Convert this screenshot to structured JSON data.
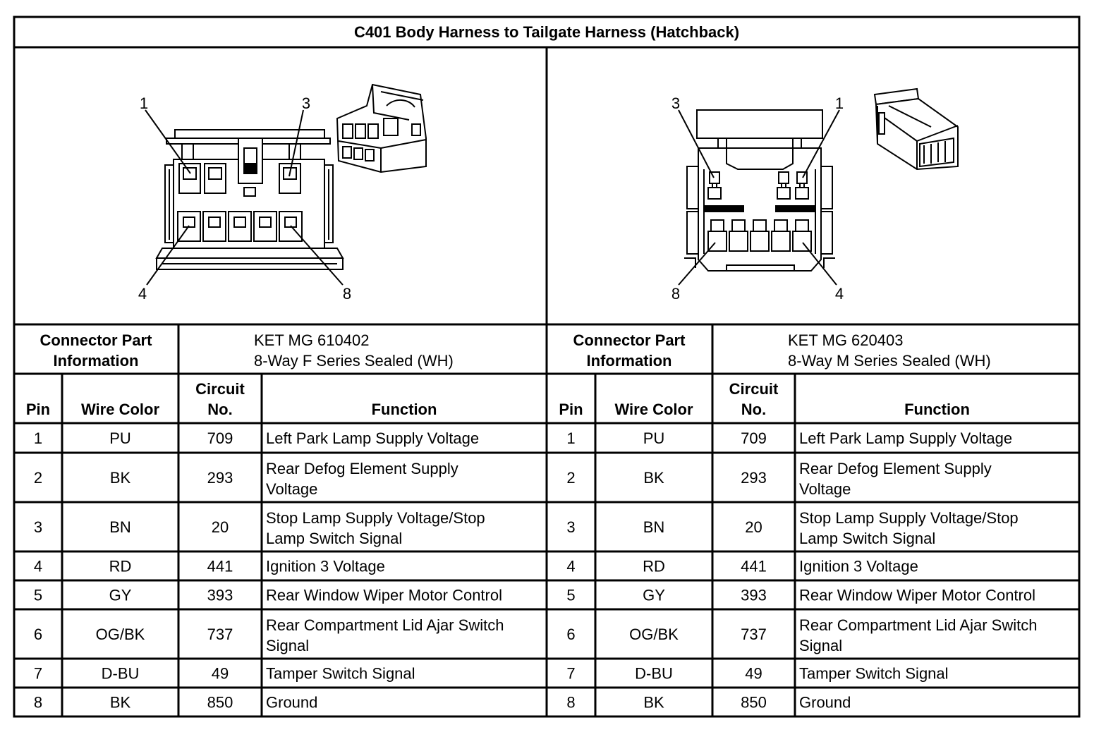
{
  "title": "C401 Body Harness to Tailgate Harness (Hatchback)",
  "connector_label": "Connector Part Information",
  "connectors": [
    {
      "part_line1": "KET MG 610402",
      "part_line2": "8-Way F Series Sealed (WH)",
      "pin_callouts": {
        "top_left": "1",
        "top_right": "3",
        "bottom_left": "4",
        "bottom_right": "8"
      }
    },
    {
      "part_line1": "KET MG 620403",
      "part_line2": "8-Way M Series Sealed (WH)",
      "pin_callouts": {
        "top_left": "3",
        "top_right": "1",
        "bottom_left": "8",
        "bottom_right": "4"
      }
    }
  ],
  "columns": {
    "pin": "Pin",
    "wire_color": "Wire Color",
    "circuit_line1": "Circuit",
    "circuit_line2": "No.",
    "function": "Function"
  },
  "rows": [
    {
      "pin": "1",
      "wire": "PU",
      "circuit": "709",
      "func": [
        "Left Park Lamp Supply Voltage"
      ]
    },
    {
      "pin": "2",
      "wire": "BK",
      "circuit": "293",
      "func": [
        "Rear Defog Element Supply",
        "Voltage"
      ]
    },
    {
      "pin": "3",
      "wire": "BN",
      "circuit": "20",
      "func": [
        "Stop Lamp Supply Voltage/Stop",
        "Lamp Switch Signal"
      ]
    },
    {
      "pin": "4",
      "wire": "RD",
      "circuit": "441",
      "func": [
        "Ignition 3 Voltage"
      ]
    },
    {
      "pin": "5",
      "wire": "GY",
      "circuit": "393",
      "func": [
        "Rear Window Wiper Motor Control"
      ]
    },
    {
      "pin": "6",
      "wire": "OG/BK",
      "circuit": "737",
      "func": [
        "Rear Compartment Lid Ajar Switch",
        "Signal"
      ]
    },
    {
      "pin": "7",
      "wire": "D-BU",
      "circuit": "49",
      "func": [
        "Tamper Switch Signal"
      ]
    },
    {
      "pin": "8",
      "wire": "BK",
      "circuit": "850",
      "func": [
        "Ground"
      ]
    }
  ]
}
